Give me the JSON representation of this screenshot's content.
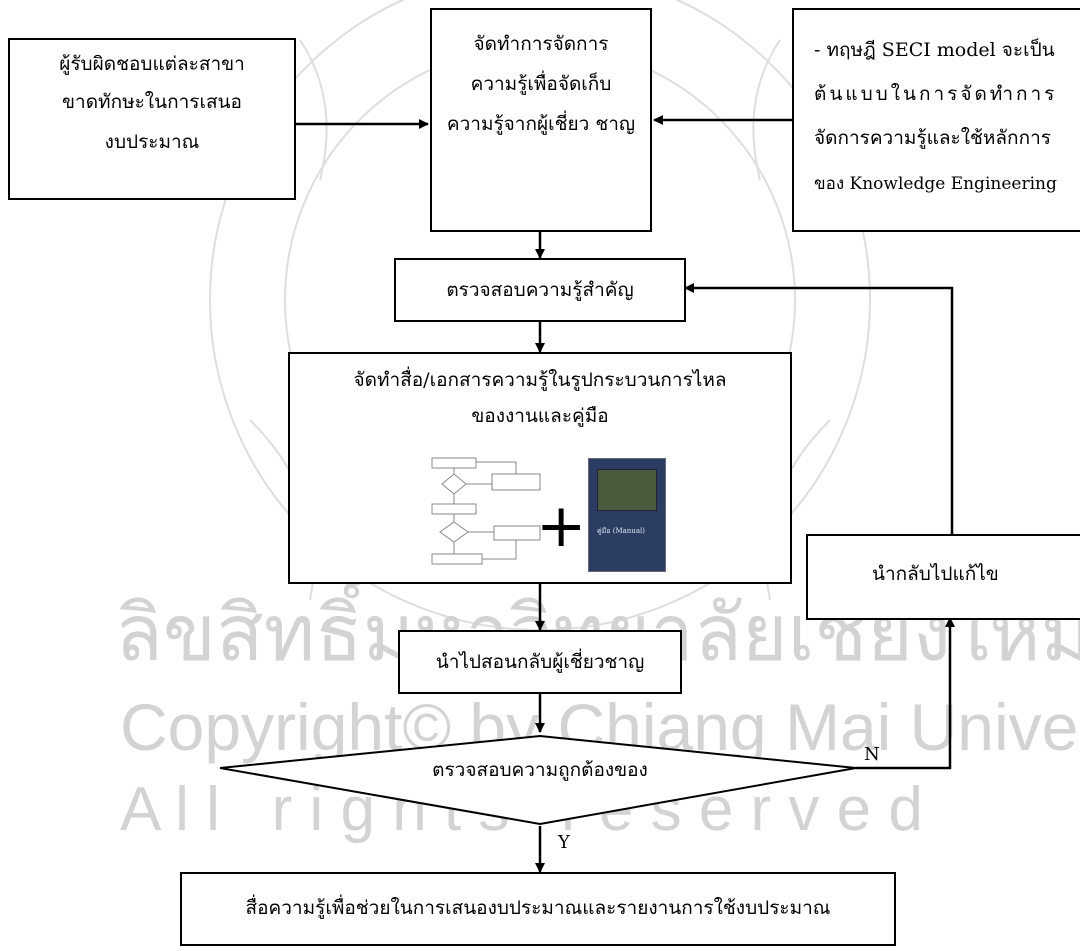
{
  "watermark": {
    "thai": "ลิขสิทธิ์มหาวิทยาลัยเชียงใหม่",
    "copyright": "Copyright© by Chiang Mai University",
    "reserved": "A l l   r i g h t s   r e s e r v e d"
  },
  "nodes": {
    "responsible": {
      "lines": [
        "ผู้รับผิดชอบแต่ละสาขา",
        "ขาดทักษะในการเสนอ",
        "งบประมาณ"
      ]
    },
    "knowledge_mgmt": {
      "lines": [
        "จัดทำการจัดการ",
        "ความรู้เพื่อจัดเก็บ",
        "ความรู้จากผู้เชี่ยว ชาญ"
      ]
    },
    "theory": {
      "lines": [
        "- ทฤษฎี SECI model จะเป็น",
        "ต้นแบบในการจัดทำการ",
        "จัดการความรู้และใช้หลักการ",
        "ของ Knowledge Engineering"
      ]
    },
    "check_key": {
      "text": "ตรวจสอบความรู้สำคัญ"
    },
    "make_media": {
      "lines": [
        "จัดทำสื่อ/เอกสารความรู้ในรูปกระบวนการไหล",
        "ของงานและคู่มือ"
      ]
    },
    "manual_label": "คู่มือ (Manual)",
    "plus": "+",
    "fix": {
      "text": "นำกลับไปแก้ไข"
    },
    "teach_back": {
      "text": "นำไปสอนกลับผู้เชี่ยวชาญ"
    },
    "verify": {
      "text": "ตรวจสอบความถูกต้องของ"
    },
    "final": {
      "text": "สื่อความรู้เพื่อช่วยในการเสนองบประมาณและรายงานการใช้งบประมาณ"
    }
  },
  "edges": {
    "no_label": "N",
    "yes_label": "Y"
  },
  "colors": {
    "line": "#000000",
    "watermark": "#d9d9d9",
    "manual_bg": "#2b3d63"
  }
}
